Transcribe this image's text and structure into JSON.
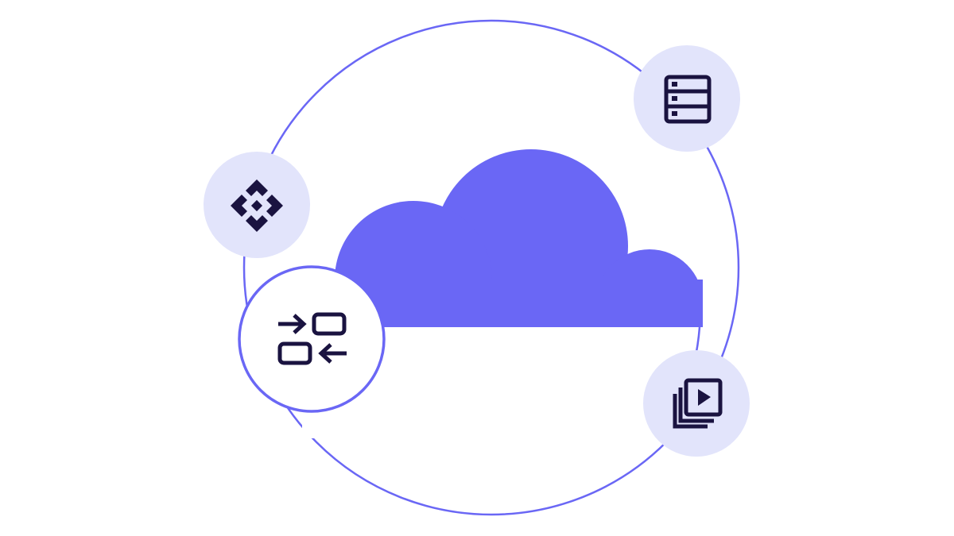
{
  "colors": {
    "background": "#ffffff",
    "ring": "#6a67f5",
    "cloud": "#6a67f5",
    "badge_fill": "#e2e4fb",
    "badge_fill_active": "#ffffff",
    "badge_stroke_active": "#6a67f5",
    "icon": "#1a1340"
  },
  "icons": [
    {
      "id": "server",
      "name": "server-stack-icon",
      "style": "tinted"
    },
    {
      "id": "network",
      "name": "diamond-network-icon",
      "style": "tinted"
    },
    {
      "id": "transfer",
      "name": "data-transfer-icon",
      "style": "outlined"
    },
    {
      "id": "media",
      "name": "video-library-icon",
      "style": "tinted"
    }
  ]
}
